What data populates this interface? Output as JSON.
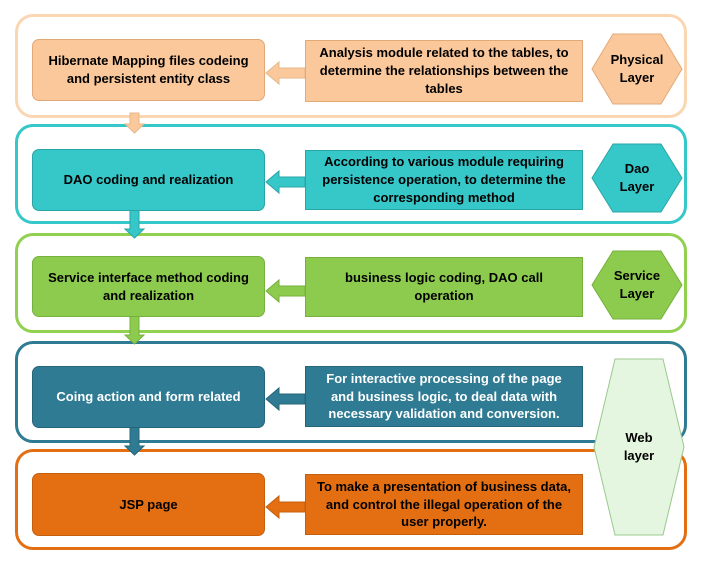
{
  "colors": {
    "physical": "#fbc89b",
    "dao": "#36c7c9",
    "service": "#8dcb4e",
    "web": "#2f7b93",
    "jsp": "#e46f12",
    "web_hex": "#e4f5e0"
  },
  "layers": [
    {
      "id": "physical",
      "action": "Hibernate Mapping files codeing and persistent entity class",
      "description": "Analysis module related to the tables, to determine the relationships between the tables",
      "layer_label": "Physical Layer"
    },
    {
      "id": "dao",
      "action": "DAO coding and realization",
      "description": "According to various module requiring persistence operation, to determine the corresponding method",
      "layer_label": "Dao Layer"
    },
    {
      "id": "service",
      "action": "Service interface method coding and realization",
      "description": "business logic coding, DAO call operation",
      "layer_label": "Service Layer"
    },
    {
      "id": "web",
      "action": "Coing action and form related",
      "description": "For interactive processing of the page and business logic,  to deal data  with necessary validation and conversion."
    },
    {
      "id": "jsp",
      "action": "JSP page",
      "description": "To make a presentation of business data, and control the illegal operation of the user properly."
    }
  ],
  "web_layer_label": "Web layer"
}
